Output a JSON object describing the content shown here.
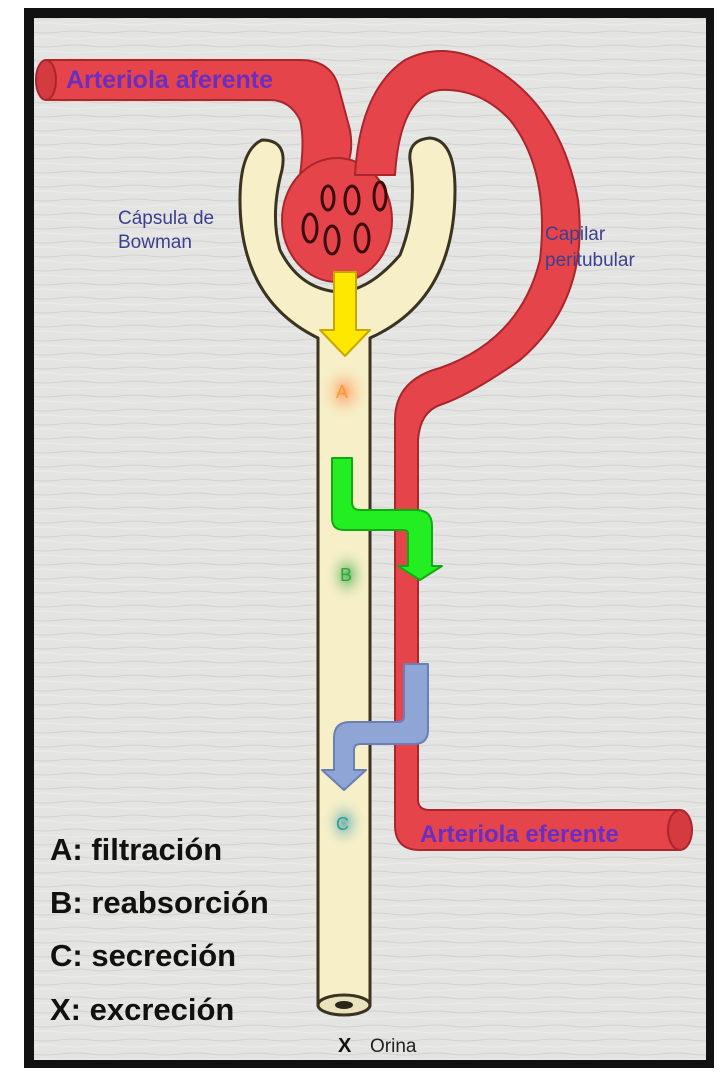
{
  "labels": {
    "arteriola_aferente": "Arteriola aferente",
    "arteriola_eferente": "Arteriola eferente",
    "capsula_line1": "Cápsula de",
    "capsula_line2": "Bowman",
    "capilar_line1": "Capilar",
    "capilar_line2": "peritubular",
    "marker_a": "A",
    "marker_b": "B",
    "marker_c": "C",
    "marker_x": "X",
    "orina": "Orina"
  },
  "legend": [
    {
      "text": "A: filtración"
    },
    {
      "text": "B: reabsorción"
    },
    {
      "text": "C: secreción"
    },
    {
      "text": "X: excreción"
    }
  ],
  "colors": {
    "blood": "#e5454a",
    "blood_dark": "#a8262c",
    "tubule": "#f6efc8",
    "tubule_edge": "#3a3320",
    "filtration_arrow": "#ffe800",
    "reabsorption_arrow": "#22ee22",
    "secretion_arrow": "#8fa5d6",
    "label_purple": "#6a2fc2",
    "label_blue": "#3c3f8f",
    "background": "#e6e6e4",
    "frame": "#111111"
  }
}
